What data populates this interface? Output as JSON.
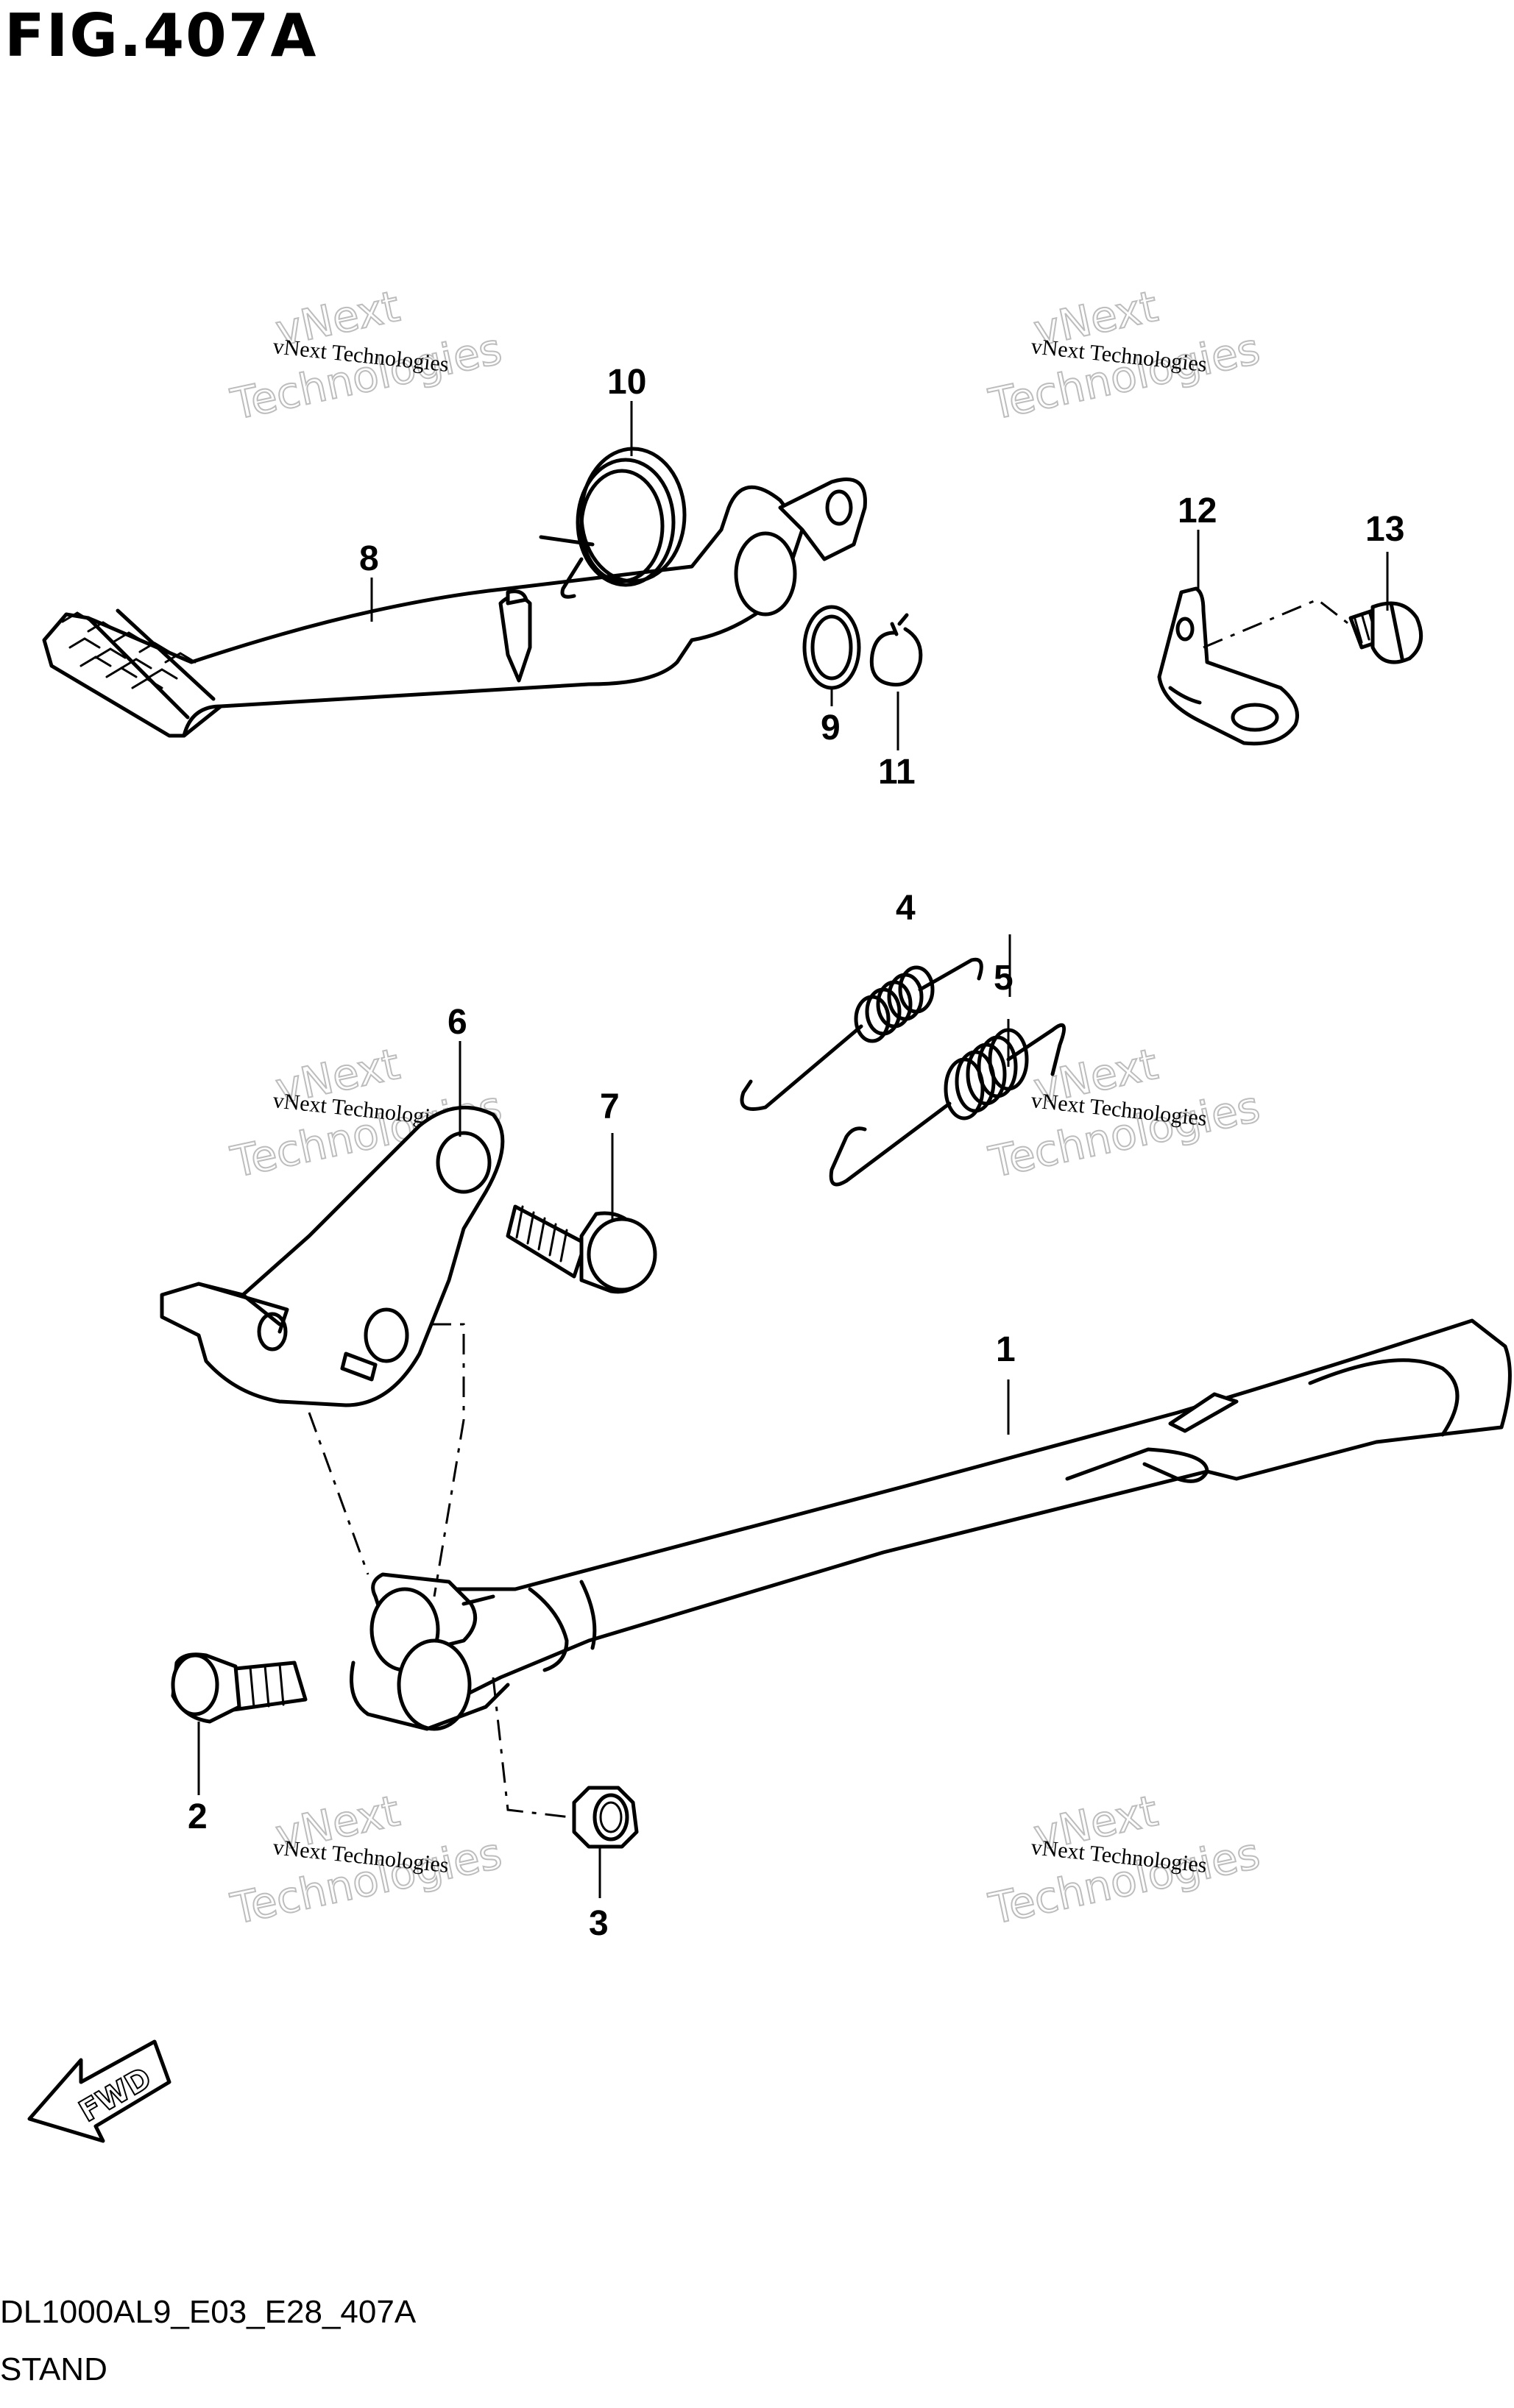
{
  "figure": {
    "title": "FIG.407A",
    "code": "DL1000AL9_E03_E28_407A",
    "name": "STAND"
  },
  "watermark": {
    "small": "vNext Technologies",
    "large_line1": "vNext",
    "large_line2": "Technologies"
  },
  "fwd_label": "FWD",
  "callouts": [
    "1",
    "2",
    "3",
    "4",
    "5",
    "6",
    "7",
    "8",
    "9",
    "10",
    "11",
    "12",
    "13"
  ],
  "parts": [
    {
      "number": "1",
      "icon": "side-stand-icon"
    },
    {
      "number": "2",
      "icon": "pivot-bolt-icon"
    },
    {
      "number": "3",
      "icon": "nut-icon"
    },
    {
      "number": "4",
      "icon": "spring-icon"
    },
    {
      "number": "5",
      "icon": "spring-icon"
    },
    {
      "number": "6",
      "icon": "bracket-icon"
    },
    {
      "number": "7",
      "icon": "bolt-icon"
    },
    {
      "number": "8",
      "icon": "brake-pedal-icon"
    },
    {
      "number": "9",
      "icon": "washer-icon"
    },
    {
      "number": "10",
      "icon": "return-spring-icon"
    },
    {
      "number": "11",
      "icon": "circlip-icon"
    },
    {
      "number": "12",
      "icon": "clamp-icon"
    },
    {
      "number": "13",
      "icon": "screw-icon"
    }
  ]
}
